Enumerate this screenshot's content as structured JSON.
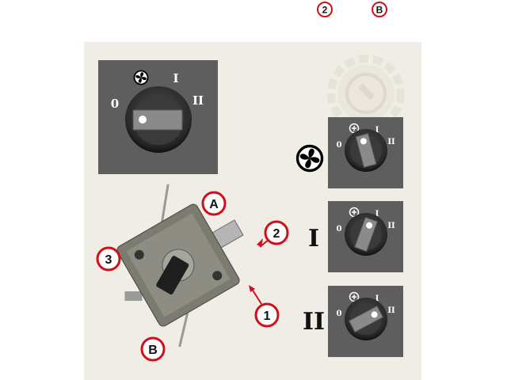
{
  "top_legend": {
    "num": "2",
    "letter": "B"
  },
  "dial_labels": {
    "off": "0",
    "fan": "fan",
    "one": "I",
    "two": "II"
  },
  "modes": [
    {
      "label": "",
      "icon": "fan-icon"
    },
    {
      "label": "I"
    },
    {
      "label": "II"
    }
  ],
  "callouts": {
    "a": "A",
    "b": "B",
    "one": "1",
    "two": "2",
    "three": "3"
  },
  "colors": {
    "panel": "#5e5e5e",
    "background": "#efede6",
    "callout": "#d01018"
  }
}
